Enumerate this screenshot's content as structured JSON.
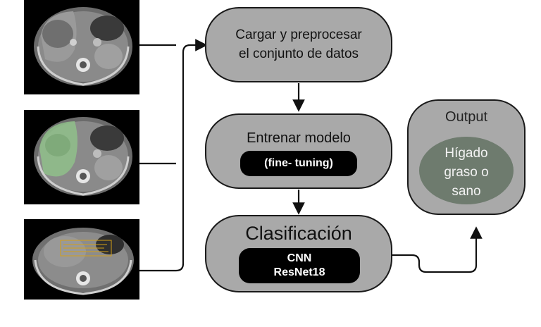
{
  "diagram": {
    "step_load": {
      "title_line1": "Cargar y preprocesar",
      "title_line2": "el conjunto de datos"
    },
    "step_train": {
      "title": "Entrenar modelo",
      "tag": "(fine- tuning)"
    },
    "step_classify": {
      "title": "Clasificación",
      "tag_line1": "CNN",
      "tag_line2": "ResNet18"
    },
    "output": {
      "title": "Output",
      "result_line1": "Hígado",
      "result_line2": "graso o",
      "result_line3": "sano"
    }
  },
  "colors": {
    "node_fill": "#a9a9a9",
    "node_border": "#1a1a1a",
    "tag_fill": "#000000",
    "output_inner": "#6e7b6e",
    "liver_highlight": "#8fbf8a",
    "annotation": "#d4a017"
  },
  "images": [
    {
      "name": "ct-scan-liver-raw"
    },
    {
      "name": "ct-scan-liver-segmented"
    },
    {
      "name": "ct-scan-liver-measured"
    }
  ]
}
